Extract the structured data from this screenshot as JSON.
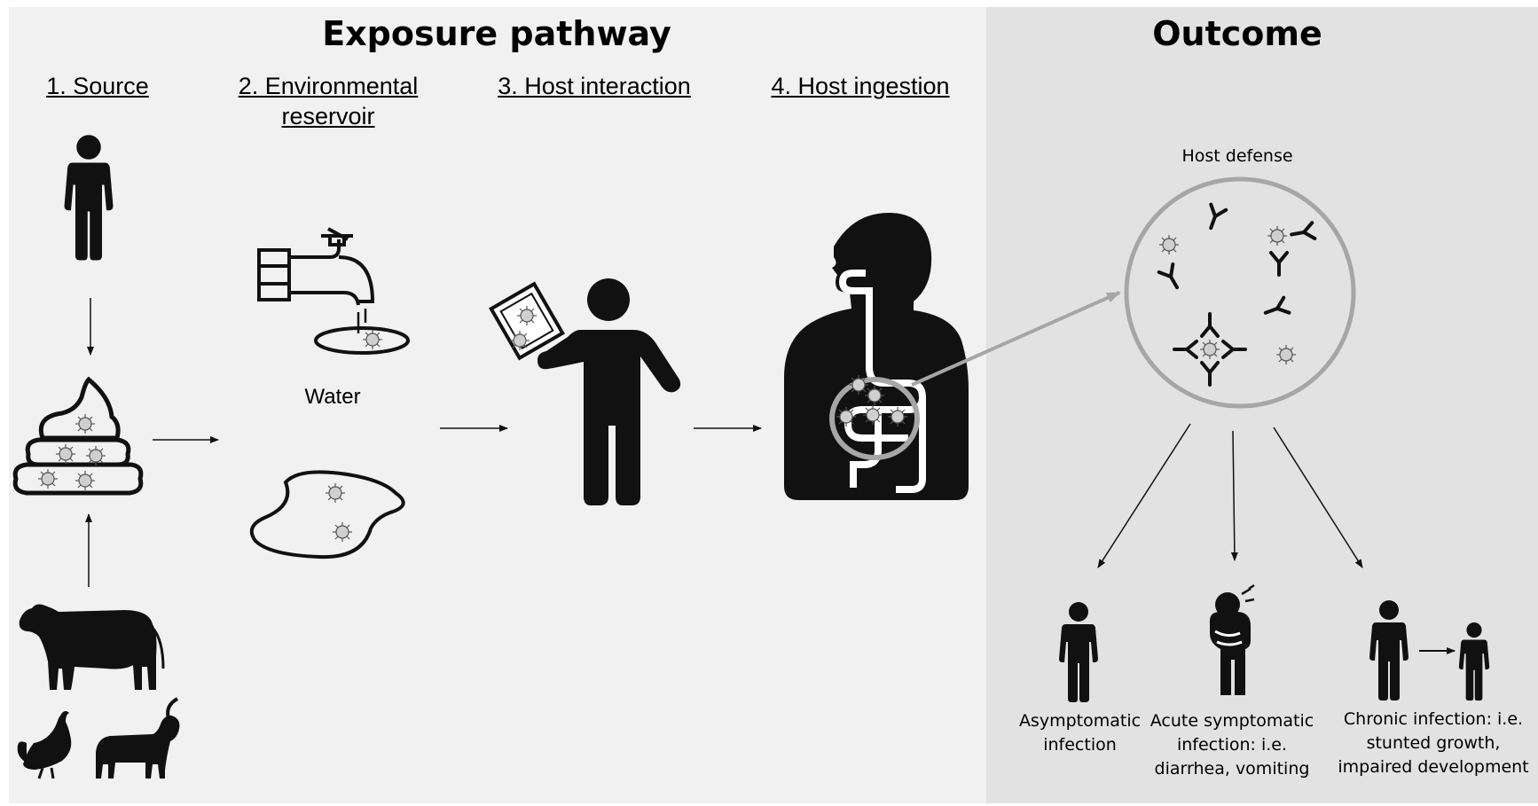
{
  "headers": {
    "exposure": "Exposure pathway",
    "outcome": "Outcome"
  },
  "steps": [
    {
      "label": "1. Source"
    },
    {
      "label_line1": "2. Environmental",
      "label_line2": "reservoir"
    },
    {
      "label": "3. Host interaction"
    },
    {
      "label": "4. Host ingestion"
    }
  ],
  "water_label": "Water",
  "host_defense_label": "Host defense",
  "outcomes": [
    {
      "line1": "Asymptomatic",
      "line2": "infection"
    },
    {
      "line1": "Acute symptomatic",
      "line2": "infection: i.e.",
      "line3": "diarrhea, vomiting"
    },
    {
      "line1": "Chronic infection: i.e.",
      "line2": "stunted growth,",
      "line3": "impaired development"
    }
  ],
  "icons": [
    "person-icon",
    "feces-icon",
    "cow-icon",
    "chicken-icon",
    "goat-icon",
    "faucet-icon",
    "puddle-icon",
    "person-holding-object-icon",
    "digestive-system-icon",
    "virus-icon",
    "antibody-icon",
    "sick-person-icon",
    "stunted-child-icon"
  ],
  "colors": {
    "left_panel": "#f1f1f1",
    "right_panel": "#e2e2e2",
    "icon": "#1a1a1a",
    "highlight_circle": "#a6a6a6"
  }
}
